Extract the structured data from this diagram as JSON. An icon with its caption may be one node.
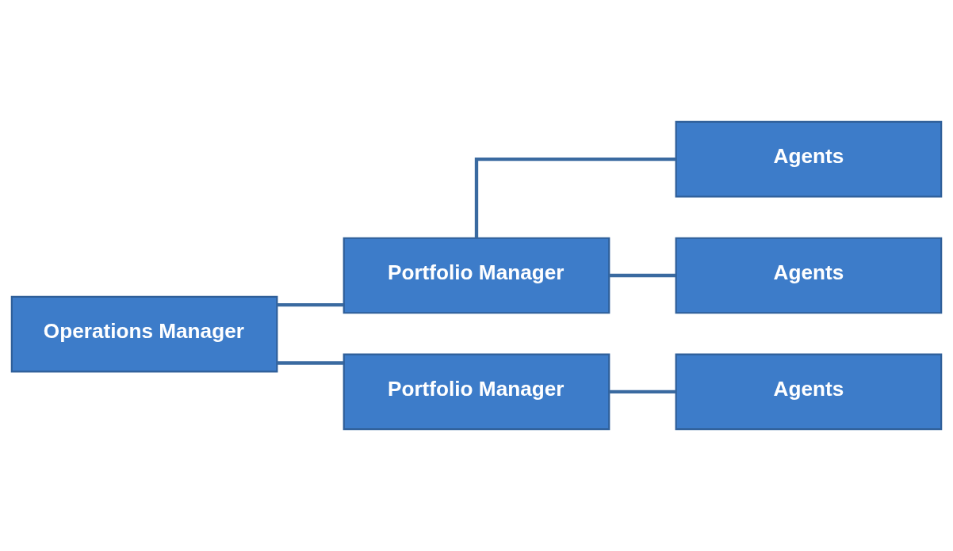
{
  "diagram": {
    "nodes": [
      {
        "text": [
          "Operations Manager"
        ]
      },
      {
        "text": [
          "Portfolio Manager"
        ]
      },
      {
        "text": [
          "Portfolio Manager"
        ]
      },
      {
        "text": [
          "Agents"
        ]
      },
      {
        "text": [
          "Agents"
        ]
      },
      {
        "text": [
          "Agents"
        ]
      }
    ],
    "edges": [
      {
        "from": 0,
        "to": 1,
        "arrow": "none"
      },
      {
        "from": 0,
        "to": 2,
        "arrow": "none"
      },
      {
        "from": 1,
        "to": 3,
        "arrow": "none"
      },
      {
        "from": 1,
        "to": 4,
        "arrow": "none"
      },
      {
        "from": 2,
        "to": 5,
        "arrow": "none"
      }
    ]
  }
}
